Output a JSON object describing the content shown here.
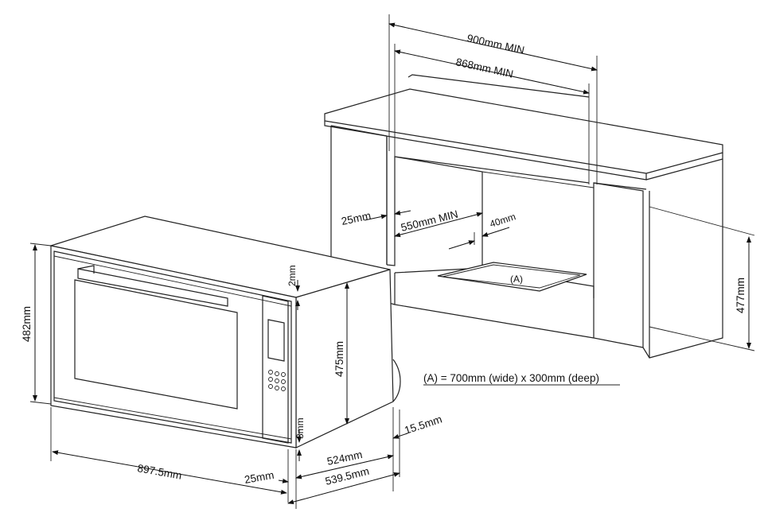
{
  "labels": {
    "w900": "900mm MIN",
    "w868": "868mm MIN",
    "d550": "550mm MIN",
    "g25a": "25mm",
    "g40": "40mm",
    "h477": "477mm",
    "cutout": "(A)",
    "cutout_note": "(A) = 700mm (wide) x 300mm (deep)",
    "h482": "482mm",
    "g2": "2mm",
    "h475": "475mm",
    "g3": "3mm",
    "d155": "15.5mm",
    "w8975": "897.5mm",
    "g25b": "25mm",
    "d524": "524mm",
    "d5395": "539.5mm"
  }
}
